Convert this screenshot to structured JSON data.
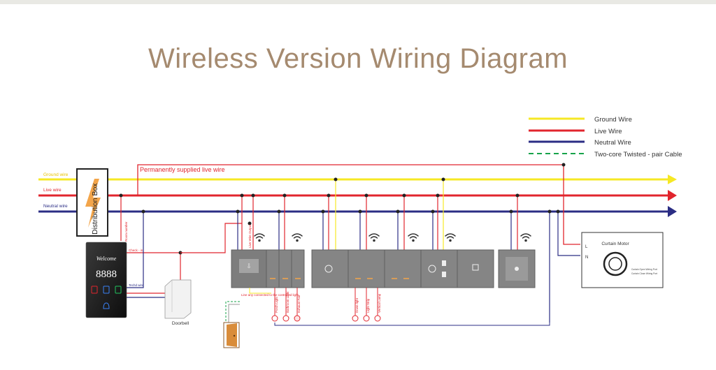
{
  "title": "Wireless Version Wiring Diagram",
  "legend": [
    {
      "label": "Ground Wire",
      "color": "#f6e824",
      "style": "solid"
    },
    {
      "label": "Live Wire",
      "color": "#e1252d",
      "style": "solid"
    },
    {
      "label": "Neutral Wire",
      "color": "#2b2d84",
      "style": "solid"
    },
    {
      "label": "Two-core Twisted - pair Cable",
      "color": "#17a34a",
      "style": "dashed"
    }
  ],
  "bus": {
    "ground_label": "Ground wire",
    "live_label": "Live wire",
    "neutral_label": "Neutral wire",
    "permanent_live_label": "Permanently supplied live wire",
    "ground_color": "#f6e824",
    "live_color": "#e1252d",
    "neutral_color": "#2b2d84"
  },
  "distribution_box": {
    "label": "Distribution Box"
  },
  "door_panel": {
    "brand": "Welcome",
    "digits": "8888",
    "room_number_label": "Room number",
    "checkin_label": "Check - in",
    "techd_label": "Techd wire"
  },
  "doorbell": {
    "label": "Doorbell"
  },
  "curtain_motor": {
    "title": "Curtain Motor",
    "terminal_l": "L",
    "terminal_n": "N",
    "note_1": "Curtain Open Wiring Port",
    "note_2": "Curtain Close Wiring Port"
  },
  "switch_module": {
    "label": "Live Wire Output",
    "note": "Line any connected to the controlled light"
  },
  "loads_a": [
    "Porch Light",
    "Bathroom Light",
    "Exhaust Fan"
  ],
  "loads_b": [
    "Down light",
    "Light Strip",
    "Vertical Lamp"
  ],
  "icons": [
    "wifi-icon",
    "bulb-icon",
    "fan-icon",
    "door-icon",
    "lightning-icon",
    "bell-icon"
  ]
}
